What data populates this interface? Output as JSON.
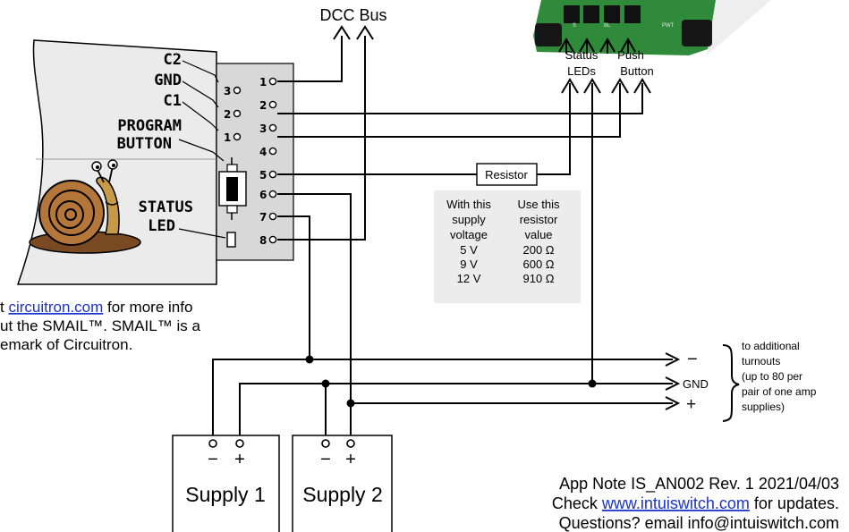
{
  "dcc_bus_label": "DCC Bus",
  "module_labels": {
    "c2": "C2",
    "gnd": "GND",
    "c1": "C1",
    "program": "PROGRAM",
    "button": "BUTTON",
    "status": "STATUS",
    "led": "LED"
  },
  "small_pins": [
    "3",
    "2",
    "1"
  ],
  "terminal_pins": [
    "1",
    "2",
    "3",
    "4",
    "5",
    "6",
    "7",
    "8"
  ],
  "board_labels": {
    "status_line1": "Status",
    "status_line2": "LEDs",
    "push_line1": "Push",
    "push_line2": "Button"
  },
  "resistor_label": "Resistor",
  "resistor_table": {
    "header_col1": [
      "With this",
      "supply",
      "voltage"
    ],
    "header_col2": [
      "Use this",
      "resistor",
      "value"
    ],
    "rows": [
      {
        "voltage": "5 V",
        "resistor": "200 Ω"
      },
      {
        "voltage": "9 V",
        "resistor": "600 Ω"
      },
      {
        "voltage": "12 V",
        "resistor": "910 Ω"
      }
    ]
  },
  "info_text": {
    "line1_prefix": "t ",
    "line1_link": "circuitron.com",
    "line1_suffix": " for more info",
    "line2": "ut the SMAIL™. SMAIL™ is a",
    "line3": "emark of Circuitron."
  },
  "bus_labels": {
    "minus": "−",
    "gnd": "GND",
    "plus": "+"
  },
  "brace_note": [
    "to additional",
    "turnouts",
    "(up to 80 per",
    "pair of one amp",
    "supplies)"
  ],
  "supplies": [
    {
      "name": "Supply 1",
      "minus": "−",
      "plus": "+"
    },
    {
      "name": "Supply 2",
      "minus": "−",
      "plus": "+"
    }
  ],
  "footer": {
    "line1": "App Note IS_AN002  Rev. 1  2021/04/03",
    "line2_prefix": "Check ",
    "line2_link": "www.intuiswitch.com",
    "line2_suffix": " for updates.",
    "line3": "Questions? email info@intuiswitch.com"
  },
  "colors": {
    "module_panel": "#ebebeb",
    "terminal_block": "#d8d8d8",
    "board_green": "#2f8a3a",
    "board_dark": "#161616",
    "link_blue": "#1a33cc",
    "table_bg": "#ececec"
  }
}
